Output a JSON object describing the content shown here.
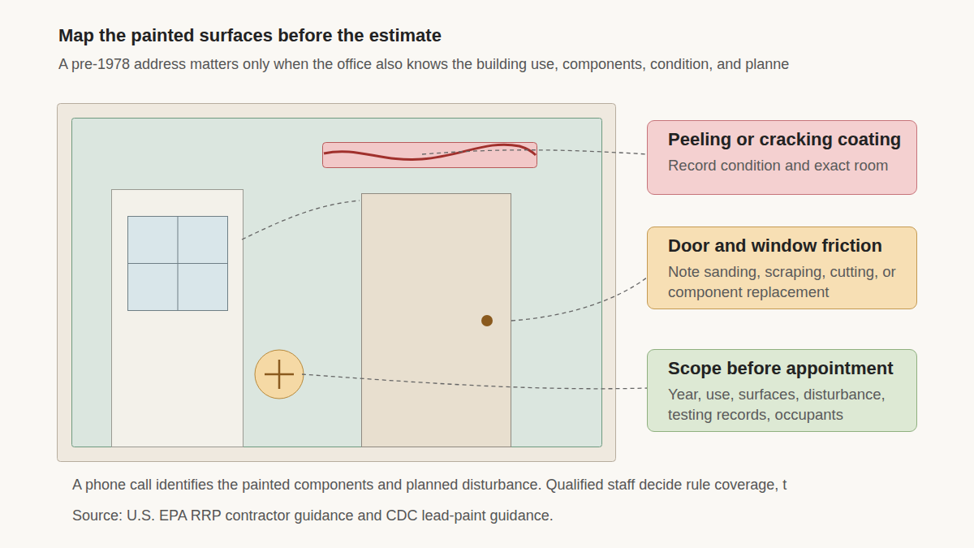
{
  "diagram": {
    "title": "Map the painted surfaces before the estimate",
    "caption": "A phone call identifies the painted components and planned disturbance. Qualified staff decide rule coverage, t",
    "nodes": [
      {
        "text": [
          "Peeling or cracking coating",
          "Record condition and exact room"
        ]
      },
      {
        "text": [
          "Door and window friction",
          "Note sanding, scraping, cutting, or component replacement"
        ]
      },
      {
        "text": [
          "Scope before appointment",
          "Year, use, surfaces, disturbance, testing records, occupants"
        ]
      }
    ],
    "labels": [
      "A pre-1978 address matters only when the office also knows the building use, components, condition, and planne",
      "Source: U.S. EPA RRP contractor guidance and CDC lead-paint guidance."
    ]
  }
}
